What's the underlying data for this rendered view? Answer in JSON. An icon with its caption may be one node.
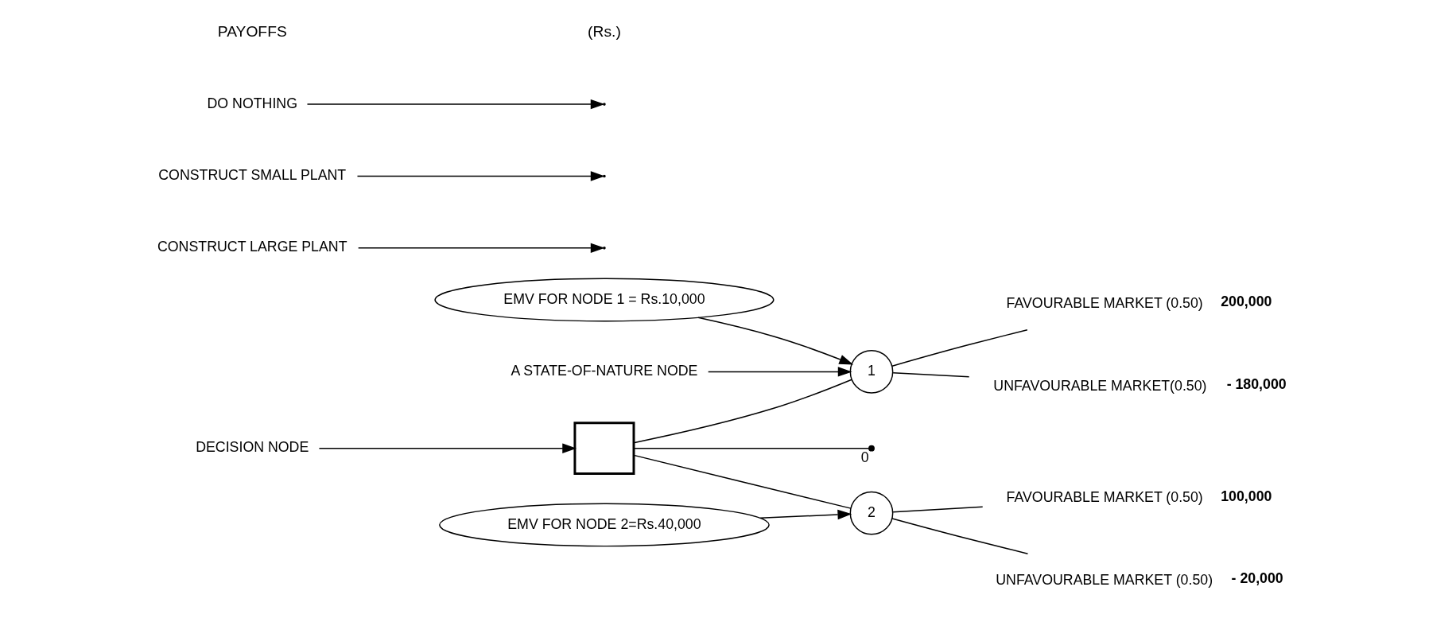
{
  "diagram": {
    "nodes": [
      {
        "text": [
          "EMV FOR NODE 1 = Rs.10,000"
        ]
      },
      {
        "text": [
          "1"
        ]
      },
      {
        "text": [
          "A STATE-OF-NATURE NODE"
        ]
      },
      {
        "text": [
          "CONSTRUCT LARGE PLANT"
        ]
      },
      {
        "text": [
          "CONSTRUCT SMALL PLANT"
        ]
      },
      {
        "text": [],
        "shape": "box"
      },
      {
        "text": [
          "DECISION NODE"
        ]
      },
      {
        "text": [
          "2"
        ]
      },
      {
        "text": [
          "EMV FOR NODE 2=Rs.40,000"
        ]
      },
      {
        "text": [
          "DO NOTHING"
        ]
      },
      {
        "text": [
          "FAVOURABLE MARKET (0.50)"
        ],
        "beside": [
          "200,000"
        ]
      },
      {
        "text": [
          "UNFAVOURABLE MARKET(0.50)"
        ],
        "beside": [
          "- 180,000"
        ]
      },
      {
        "text": [
          "FAVOURABLE MARKET (0.50)"
        ],
        "beside": [
          "100,000"
        ]
      },
      {
        "text": [
          "UNFAVOURABLE MARKET (0.50)"
        ],
        "beside": [
          "- 20,000"
        ]
      },
      {
        "text": [],
        "shape": "point",
        "beside": [
          "0"
        ]
      }
    ],
    "edges": [
      {
        "from": 0,
        "to": 1,
        "arrow": "to"
      },
      {
        "from": 2,
        "to": 1,
        "arrow": "to"
      },
      {
        "from": 3,
        "to": null,
        "arrow": "to"
      },
      {
        "from": 4,
        "to": null,
        "arrow": "to"
      },
      {
        "from": 6,
        "to": 5,
        "arrow": "to"
      },
      {
        "from": 8,
        "to": 7,
        "arrow": "to"
      },
      {
        "from": 9,
        "to": null,
        "arrow": "to"
      },
      {
        "from": 5,
        "to": 1,
        "arrow": "none"
      },
      {
        "from": 5,
        "to": 7,
        "arrow": "none"
      },
      {
        "from": 5,
        "to": 14,
        "arrow": "none"
      },
      {
        "from": 1,
        "to": 10,
        "arrow": "none"
      },
      {
        "from": 1,
        "to": 11,
        "arrow": "none"
      },
      {
        "from": 7,
        "to": 12,
        "arrow": "none"
      },
      {
        "from": 7,
        "to": 13,
        "arrow": "none"
      }
    ],
    "labels": [
      "PAYOFFS",
      "(Rs.)"
    ]
  }
}
